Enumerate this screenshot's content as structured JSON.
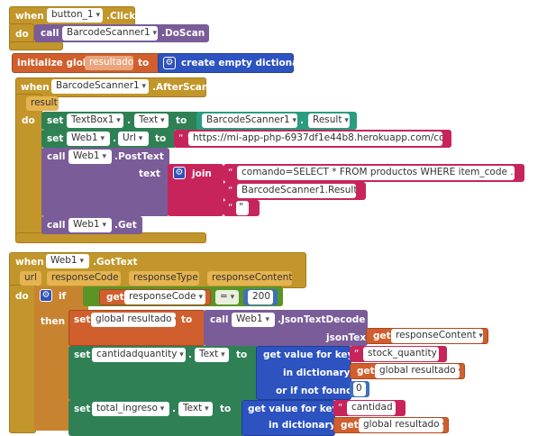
{
  "kw": {
    "when": "when",
    "do": "do",
    "call": "call",
    "set": "set",
    "to": "to",
    "join": "join",
    "text": "text",
    "url": "url",
    "result": "result",
    "initialize_global": "initialize global",
    "if": "if",
    "then": "then",
    "get": "get",
    "json_text": "jsonText",
    "get_value_for_key": "get value for key",
    "in_dictionary": "in dictionary",
    "or_if_not_found": "or if not found",
    "dot": "."
  },
  "block_click": {
    "component": "button_1",
    "event": ".Click",
    "call_component": "BarcodeScanner1",
    "method": ".DoScan"
  },
  "block_init": {
    "var_name": "resultado",
    "value": "create empty dictionary"
  },
  "block_afterscan": {
    "component": "BarcodeScanner1",
    "event": ".AfterScan",
    "param": "result",
    "set1": {
      "component": "TextBox1",
      "prop": "Text",
      "value_component": "BarcodeScanner1",
      "value_prop": "Result"
    },
    "set2": {
      "component": "Web1",
      "prop": "Url",
      "value": "https://mi-app-php-6937df1e44b8.herokuapp.com/co..."
    },
    "post": {
      "component": "Web1",
      "method": ".PostText"
    },
    "join_items": [
      "comando=SELECT * FROM productos WHERE item_code ...",
      "BarcodeScanner1.Result",
      "\""
    ],
    "get_call": {
      "component": "Web1",
      "method": ".Get"
    }
  },
  "block_gottext": {
    "component": "Web1",
    "event": ".GotText",
    "params": [
      "url",
      "responseCode",
      "responseType",
      "responseContent"
    ],
    "cond": {
      "var": "responseCode",
      "op": "=",
      "value": "200"
    },
    "set_global": {
      "var": "global resultado",
      "call_component": "Web1",
      "method": ".JsonTextDecode",
      "arg": "responseContent"
    },
    "set3": {
      "component": "cantidadquantity",
      "prop": "Text",
      "key": "stock_quantity",
      "dict": "global resultado",
      "default": "0"
    },
    "set4": {
      "component": "total_ingreso",
      "prop": "Text",
      "key": "cantidad",
      "dict": "global resultado"
    }
  },
  "colors": {
    "control": "#C88330",
    "event": "#C2962A",
    "global": "#D05F2D",
    "component": "#2F8155",
    "text": "#C8245C",
    "math": "#3F70B8",
    "dictionary": "#2C53C0",
    "logic": "#5A9427",
    "procedure": "#7A5C99"
  }
}
